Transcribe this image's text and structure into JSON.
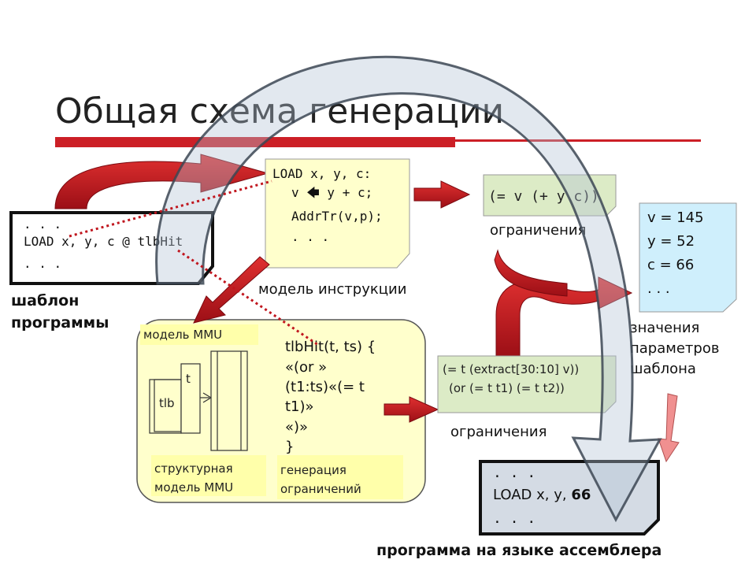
{
  "title": "Общая схема генерации",
  "template": {
    "lines": [
      ". . .",
      "LOAD x, y, c @ tlbHit",
      ". . ."
    ],
    "label_1": "шаблон",
    "label_2": "программы"
  },
  "instruction": {
    "lines": [
      "LOAD x, y, c:",
      "v 🡄 y + c;",
      "AddrTr(v,p);",
      ". . ."
    ],
    "label": "модель инструкции"
  },
  "constraints_top": {
    "text": "(= v (+ y c))",
    "label": "ограничения"
  },
  "values": {
    "lines": [
      "v = 145",
      "y = 52",
      "c = 66",
      ". . ."
    ],
    "label_1": "значения",
    "label_2": "параметров",
    "label_3": "шаблона"
  },
  "mmu": {
    "label": "модель MMU",
    "t_label": "t",
    "tlb_label": "tlb",
    "structural_1": "структурная",
    "structural_2": "модель MMU",
    "gen_1": "генерация",
    "gen_2": "ограничений",
    "code": [
      "tlbHit(t, ts) {",
      "  «(or »",
      "  (t1:ts)«(= t",
      "t1)»",
      "  «)»",
      "}"
    ]
  },
  "constraints_bottom": {
    "line_1": "(= t (extract[30:10] v))",
    "line_2": "(or (= t t1) (= t t2))",
    "label": "ограничения"
  },
  "result": {
    "line_1": ". . .",
    "line_2_prefix": "LOAD x, y, ",
    "line_2_bold": "66",
    "line_3": ". . .",
    "label": "программа на языке ассемблера"
  },
  "colors": {
    "red": "#c0161e",
    "yellow": "#ffffcc",
    "green": "#dcebc6",
    "blue": "#cfeffc",
    "grey": "#d4dbe4",
    "title_bar": "#cc1f26"
  }
}
